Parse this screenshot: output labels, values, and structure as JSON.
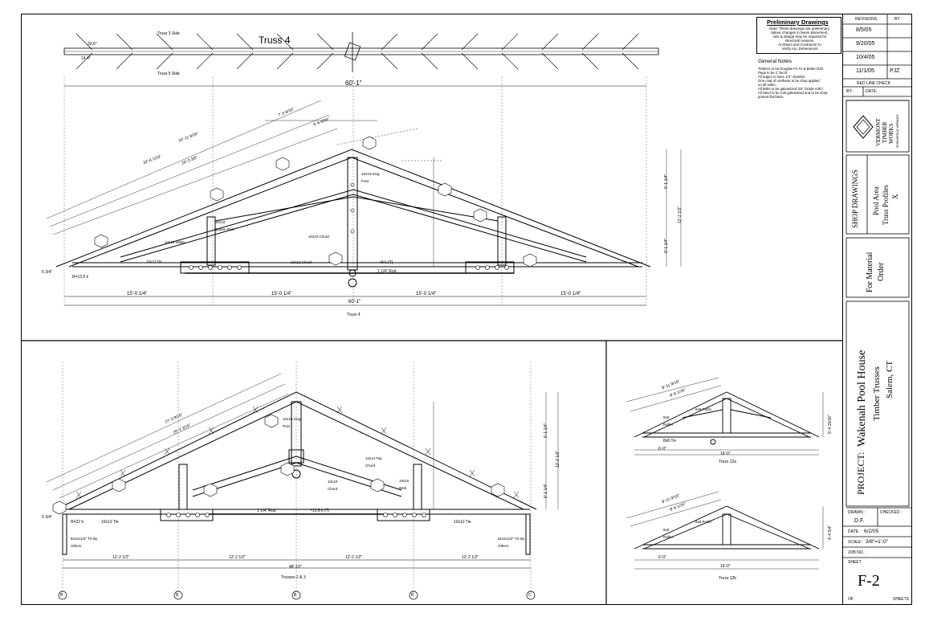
{
  "truss4": {
    "title": "Truss 4",
    "ridge_top_label": "Truss 3 Side",
    "ridge_bottom_label": "Truss 5 Side",
    "angle_a": "33.6°",
    "angle_b": "14.4°",
    "overall_top": "60'-1\"",
    "overall_bottom": "60'-1\"",
    "bays": [
      "15'-0 1/4\"",
      "15'-0 1/4\"",
      "15'-0 1/4\"",
      "15'-0 1/4\""
    ],
    "rod_label": "1 1/4\" Rod",
    "rod_tension": "~9 k (T)",
    "left_support": "5 3/4\"",
    "left_reaction": "R=13.5 k",
    "caption": "Truss 4",
    "members": [
      "10x10 Queen Post",
      "10x16 King Post",
      "10x10 Chord",
      "10x10 Valley",
      "10x12 Tie",
      "10x12 Chord"
    ],
    "slope_dims": [
      "32'-11 9/16\"",
      "32'-4 1/16\"",
      "26'-3 3/8\"",
      "7'-3 9/16\"",
      "5'-6 9/16\""
    ],
    "height_dims": [
      "12'-2 1/2\"",
      "6'-1 1/4\"",
      "6'-1 1/4\""
    ]
  },
  "trusses23": {
    "caption": "Trusses 2 & 3",
    "overall": "48'-10\"",
    "bays": [
      "12'-2 1/2\"",
      "12'-2 1/2\"",
      "12'-2 1/2\"",
      "12'-2 1/2\""
    ],
    "left_reaction": "R=22 k",
    "left_support": "5 3/4\"",
    "rod_label": "1 1/4\" Rod",
    "rod_tension": "~12.8 k (T)",
    "tie_label": "10x12 Tie",
    "posts_label": "8x12x1/2\" TS By Others",
    "members": [
      "10x10 King Post",
      "10x14 Top Chord",
      "10x10 Web",
      "10x10 Chord"
    ],
    "slope_dims": [
      "27'-3 9/16\"",
      "26'-2 3/16\""
    ],
    "height_dims": [
      "12'-2 1/2\"",
      "6'-1 1/4\"",
      "6'-1 1/4\""
    ],
    "grid": [
      "B",
      "B",
      "B",
      "B",
      "C"
    ]
  },
  "truss12a": {
    "caption": "Truss 12a",
    "span": "16'-0\"",
    "left": "6'-0\"",
    "tie": "8x8 Tie",
    "rafter": "8x8 Rafter",
    "purlin": "8x8 Purlin",
    "slope_dims": [
      "8'-11 9/16\"",
      "8'-6 1/16\""
    ],
    "height": "5'-4 15/16\""
  },
  "truss12b": {
    "caption": "Truss 12b",
    "span": "16'-0\"",
    "left": "6'-0\"",
    "rafter": "8x8 Rafter",
    "purlin": "8x8 Purlin",
    "slope_dims": [
      "8'-11 9/16\"",
      "8'-6 1/16\""
    ],
    "height": "4'-4 3/4\""
  },
  "notes": {
    "prelim_title": "Preliminary Drawings",
    "prelim_body": [
      "Note: These drawings are preliminary.",
      "labour changes in beam placement,",
      "size & design may be required for",
      "structural reasons.",
      "Architect and Contractor to",
      "Verify ALL Dimensions"
    ],
    "general_title": "General Notes",
    "general_body": [
      "Timbers to be Douglas Fir #1 & Better D40",
      "Pegs to be 1\" birch.",
      "All edges to have 1/2\" chamfer",
      "One coat of urethane to be shop applied",
      "   on all sides.",
      "All Bolts to be galvanized 3/4\" Grade A307.",
      "All Steel to be A36 galvanized and to be shop",
      "   primed flat black."
    ]
  },
  "titleblock": {
    "revisions_label": "REVISIONS",
    "by_label": "BY",
    "revisions": [
      {
        "date": "8/5/05",
        "by": ""
      },
      {
        "date": "9/20/05",
        "by": ""
      },
      {
        "date": "10/4/05",
        "by": ""
      },
      {
        "date": "11/1/05",
        "by": "PJZ"
      }
    ],
    "redline": "RED LINE CHECK",
    "redline_by": "BY:",
    "redline_date": "DATE:",
    "logo_line1": "VERMONT",
    "logo_line2": "TIMBER",
    "logo_line3": "WORKS",
    "logo_small": "SPRINGFIELD VERMONT",
    "shop": "SHOP DRAWINGS",
    "profile_line1": "Pool Area",
    "profile_line2": "Truss Profiles",
    "profile_line3": "X",
    "material_line1": "For Material",
    "material_line2": "Order",
    "project_label": "PROJECT:",
    "project_name": "Wakenah Pool House",
    "project_sub": "Timber Trusses",
    "project_loc": "Salem, CT",
    "drawn_label": "DRAWN :",
    "drawn_value": "D.F.",
    "checked_label": "CHECKED :",
    "date_label": "DATE :",
    "date_value": "6/2/05",
    "scale_label": "SCALE :",
    "scale_value": "3/8\"=1'-0\"",
    "job_label": "JOB NO. :",
    "sheet_label": "SHEET",
    "sheet_value": "F-2",
    "of_label": "OF",
    "sheets_label": "SHEETS"
  }
}
